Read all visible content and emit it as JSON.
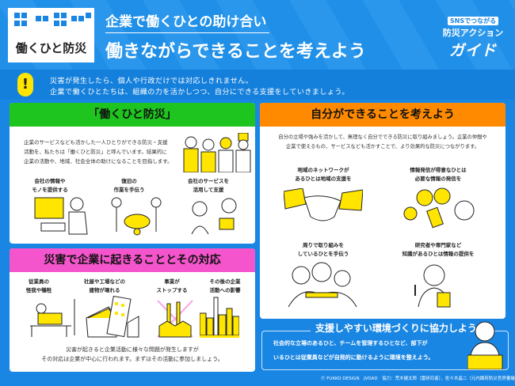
{
  "header": {
    "logo_text": "働くひと防災",
    "subtitle": "企業で働くひとの助け合い",
    "title": "働きながらできることを考えよう",
    "brand": {
      "line1": "SNSでつながる",
      "line2": "防災アクション",
      "line3": "ガイド"
    }
  },
  "alert": {
    "icon": "exclamation-icon",
    "line1": "災害が発生したら、個人や行政だけでは対応しきれません。",
    "line2": "企業で働くひとたちは、組織の力を活かしつつ、自分にできる支援をしていきましょう。"
  },
  "green": {
    "color": "#1ec51e",
    "title": "「働くひと防災」",
    "body": [
      "企業のサービスなども活かした一人ひとりができる防災・支援",
      "活動を、私たちは「働くひと防災」と呼んでいます。結果的に",
      "企業の活動や、地域、社会全体の助けになることを目指します。"
    ],
    "items": [
      {
        "l1": "会社の情報や",
        "l2": "モノを提供する"
      },
      {
        "l1": "復旧の",
        "l2": "作業を手伝う"
      },
      {
        "l1": "会社のサービスを",
        "l2": "活用して支援"
      }
    ]
  },
  "pink": {
    "color": "#f455cc",
    "title": "災害で企業に起きることとその対応",
    "items": [
      {
        "l1": "従業員の",
        "l2": "怪我や犠牲"
      },
      {
        "l1": "社屋や工場などの",
        "l2": "建物が壊れる"
      },
      {
        "l1": "事業が",
        "l2": "ストップする"
      },
      {
        "l1": "その後の企業",
        "l2": "活動への影響"
      }
    ],
    "body": [
      "災害が起きると企業活動に様々な問題が発生しますが",
      "その対応は企業が中心に行われます。まずはその活動に参加しましょう。"
    ]
  },
  "orange": {
    "color": "#ff8a00",
    "title": "自分ができることを考えよう",
    "body": [
      "自分の立場や強みを活かして、無理なく自分でできる防災に取り組みましょう。企業の仲間や",
      "企業で使えるもの、サービスなども活かすことで、より効果的な防災につながります。"
    ],
    "items": [
      {
        "l1": "地域のネットワークが",
        "l2": "あるひとは地域の支援を"
      },
      {
        "l1": "情報発信が得意なひとは",
        "l2": "必要な情報の発信を"
      },
      {
        "l1": "周りで取り組みを",
        "l2": "しているひとを手伝う"
      },
      {
        "l1": "研究者や専門家など",
        "l2": "知識があるひとは情報の提供を"
      }
    ]
  },
  "support": {
    "title": "支援しやすい環境づくりに協力しよう",
    "line1": "社会的な立場のあるひと、チームを管理するひとなど、部下が",
    "line2": "いるひとは従業員などが自発的に動けるように環境を整えよう。"
  },
  "footer": "Ⓕ FUKKO DESIGN　JVOAD　協力：荒木健太郎（雲研究者）、佐々木晶二（元内閣府防災官房審議官）"
}
